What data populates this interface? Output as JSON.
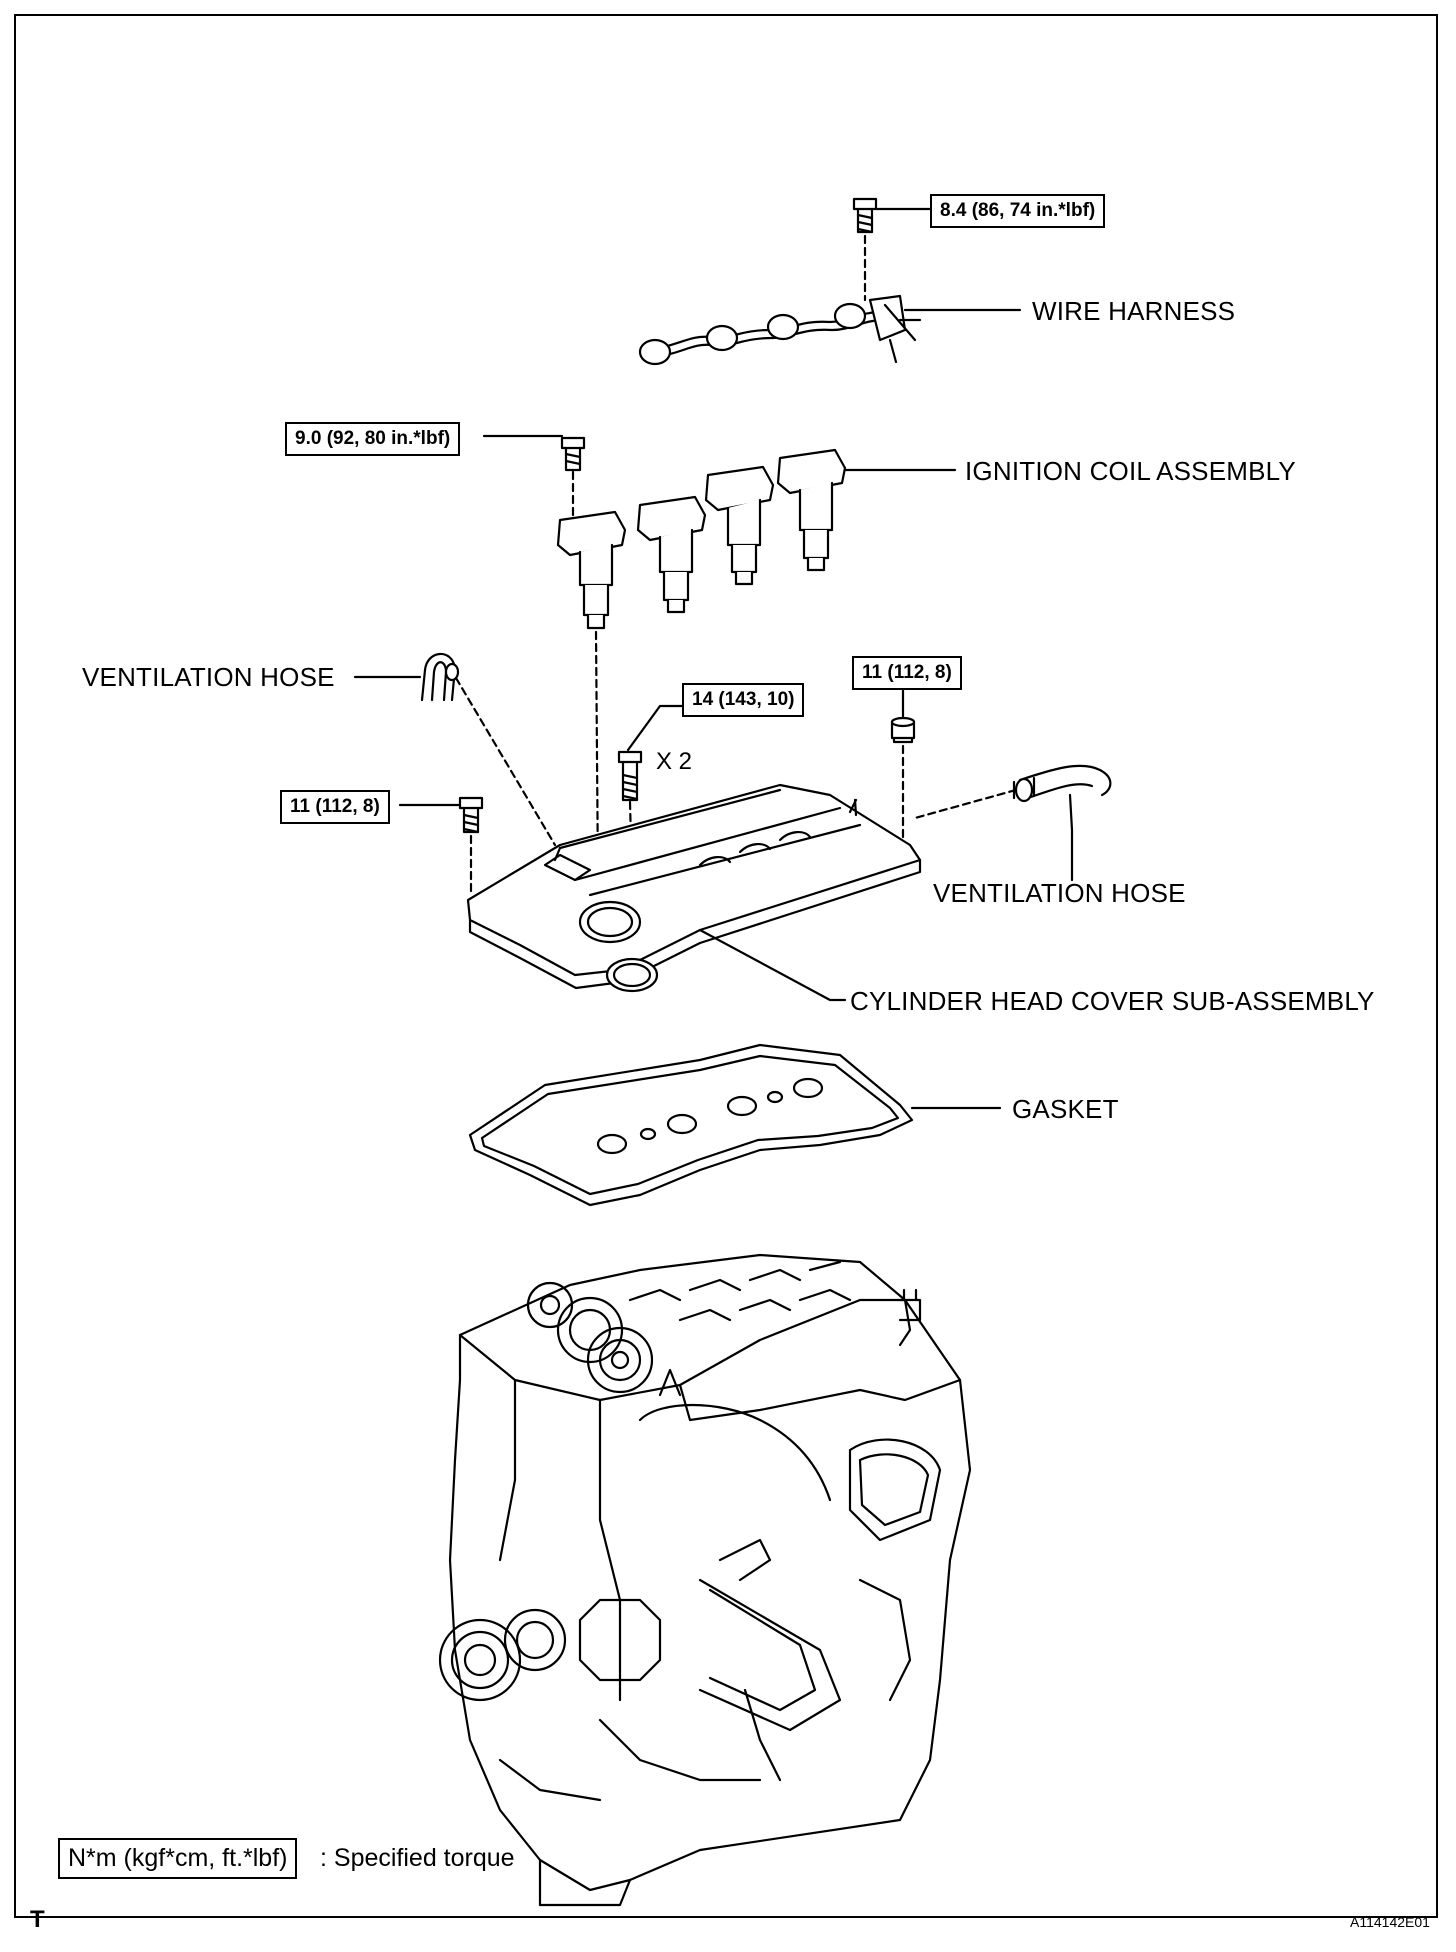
{
  "parts": {
    "wire_harness": "WIRE HARNESS",
    "ignition_coil": "IGNITION COIL ASSEMBLY",
    "ventilation_hose_left": "VENTILATION HOSE",
    "ventilation_hose_right": "VENTILATION HOSE",
    "cylinder_head_cover": "CYLINDER HEAD COVER SUB-ASSEMBLY",
    "gasket": "GASKET"
  },
  "torques": {
    "wire_harness_bolt": "8.4 (86, 74 in.*lbf)",
    "coil_bolt": "9.0 (92, 80 in.*lbf)",
    "center_bolt": "14 (143, 10)",
    "right_nut": "11 (112, 8)",
    "left_bolt": "11 (112, 8)"
  },
  "center_bolt_qty": "X 2",
  "legend": {
    "box": "N*m (kgf*cm, ft.*lbf)",
    "text": ": Specified torque"
  },
  "corner_mark": "T",
  "figure_code": "A114142E01"
}
